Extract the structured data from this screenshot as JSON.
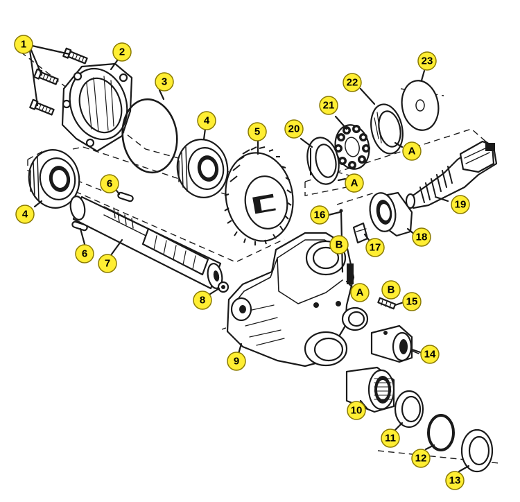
{
  "callouts": [
    {
      "id": "c1",
      "text": "1"
    },
    {
      "id": "c2",
      "text": "2"
    },
    {
      "id": "c3",
      "text": "3"
    },
    {
      "id": "c4a",
      "text": "4"
    },
    {
      "id": "c4b",
      "text": "4"
    },
    {
      "id": "c5",
      "text": "5"
    },
    {
      "id": "c6a",
      "text": "6"
    },
    {
      "id": "c6b",
      "text": "6"
    },
    {
      "id": "c7",
      "text": "7"
    },
    {
      "id": "c8",
      "text": "8"
    },
    {
      "id": "c9",
      "text": "9"
    },
    {
      "id": "c10",
      "text": "10"
    },
    {
      "id": "c11",
      "text": "11"
    },
    {
      "id": "c12",
      "text": "12"
    },
    {
      "id": "c13",
      "text": "13"
    },
    {
      "id": "c14",
      "text": "14"
    },
    {
      "id": "c15",
      "text": "15"
    },
    {
      "id": "c16",
      "text": "16"
    },
    {
      "id": "c17",
      "text": "17"
    },
    {
      "id": "c18",
      "text": "18"
    },
    {
      "id": "c19",
      "text": "19"
    },
    {
      "id": "c20",
      "text": "20"
    },
    {
      "id": "c21",
      "text": "21"
    },
    {
      "id": "c22",
      "text": "22"
    },
    {
      "id": "c23",
      "text": "23"
    },
    {
      "id": "cA1",
      "text": "A"
    },
    {
      "id": "cA2",
      "text": "A"
    },
    {
      "id": "cA3",
      "text": "A"
    },
    {
      "id": "cB1",
      "text": "B"
    },
    {
      "id": "cB2",
      "text": "B"
    }
  ],
  "colors": {
    "callout_fill": "#ffee33",
    "line": "#1a1a1a",
    "background": "#ffffff"
  }
}
